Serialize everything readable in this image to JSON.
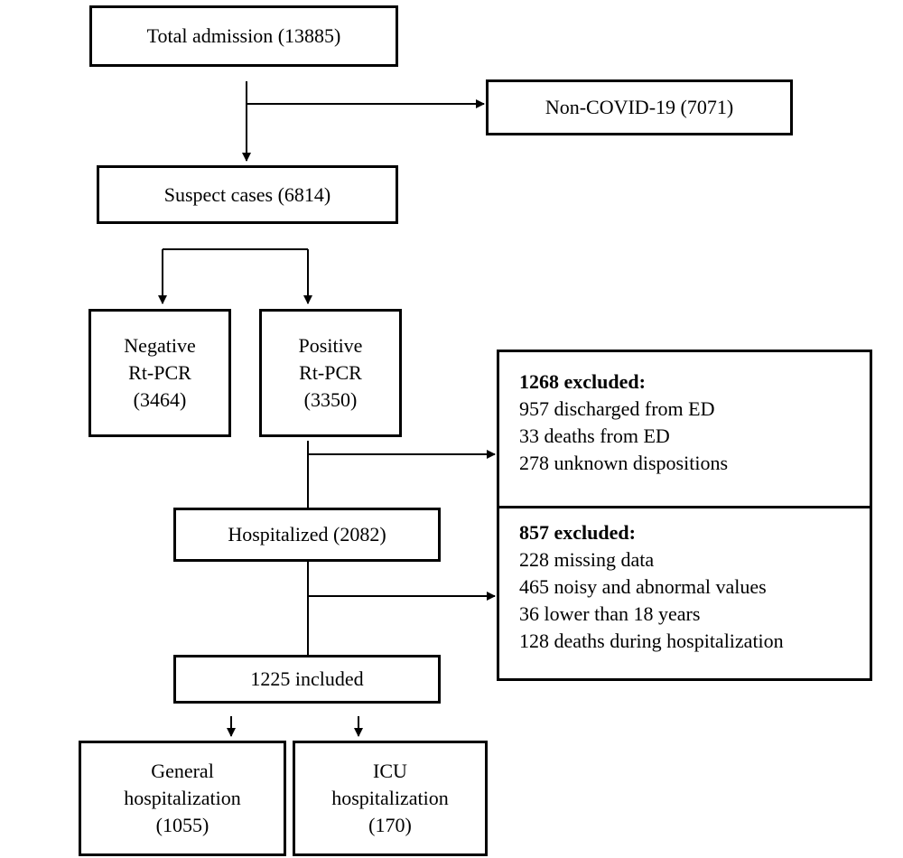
{
  "nodes": {
    "total_admission": "Total admission (13885)",
    "non_covid": "Non-COVID-19 (7071)",
    "suspect_cases": "Suspect cases (6814)",
    "negative_pcr": [
      "Negative",
      "Rt-PCR",
      "(3464)"
    ],
    "positive_pcr": [
      "Positive",
      "Rt-PCR",
      "(3350)"
    ],
    "hospitalized": "Hospitalized (2082)",
    "included": "1225 included",
    "general_hosp": [
      "General",
      "hospitalization",
      "(1055)"
    ],
    "icu_hosp": [
      "ICU",
      "hospitalization",
      "(170)"
    ]
  },
  "exclusions": {
    "first": {
      "heading": "1268 excluded:",
      "items": [
        "957 discharged from ED",
        "33 deaths from ED",
        "278 unknown dispositions"
      ]
    },
    "second": {
      "heading": "857 excluded:",
      "items": [
        "228 missing data",
        "465 noisy and abnormal values",
        "36 lower than 18 years",
        "128 deaths during hospitalization"
      ]
    }
  }
}
